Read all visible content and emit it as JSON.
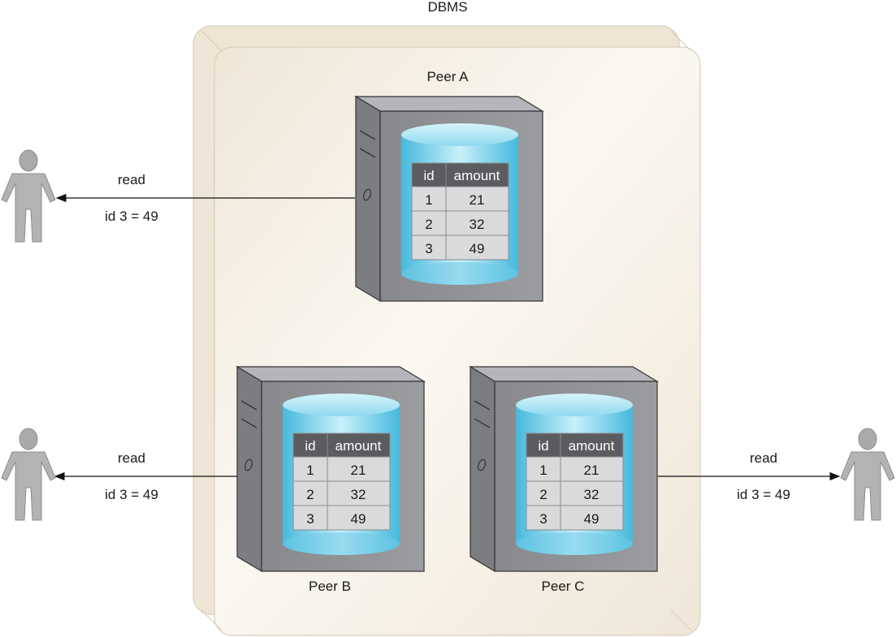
{
  "container": {
    "title": "DBMS"
  },
  "peers": [
    {
      "name": "Peer A",
      "table": {
        "headers": [
          "id",
          "amount"
        ],
        "rows": [
          [
            "1",
            "21"
          ],
          [
            "2",
            "32"
          ],
          [
            "3",
            "49"
          ]
        ]
      }
    },
    {
      "name": "Peer B",
      "table": {
        "headers": [
          "id",
          "amount"
        ],
        "rows": [
          [
            "1",
            "21"
          ],
          [
            "2",
            "32"
          ],
          [
            "3",
            "49"
          ]
        ]
      }
    },
    {
      "name": "Peer C",
      "table": {
        "headers": [
          "id",
          "amount"
        ],
        "rows": [
          [
            "1",
            "21"
          ],
          [
            "2",
            "32"
          ],
          [
            "3",
            "49"
          ]
        ]
      }
    }
  ],
  "reads": [
    {
      "action": "read",
      "result": "id 3 = 49"
    },
    {
      "action": "read",
      "result": "id 3 = 49"
    },
    {
      "action": "read",
      "result": "id 3 = 49"
    }
  ],
  "colors": {
    "panel": "#f3ede2",
    "server": "#8f9194",
    "cylinder": "#7fd3ea",
    "table_header": "#5b5c5f",
    "table_cell": "#d9dadc",
    "user": "#a8a8a8"
  }
}
